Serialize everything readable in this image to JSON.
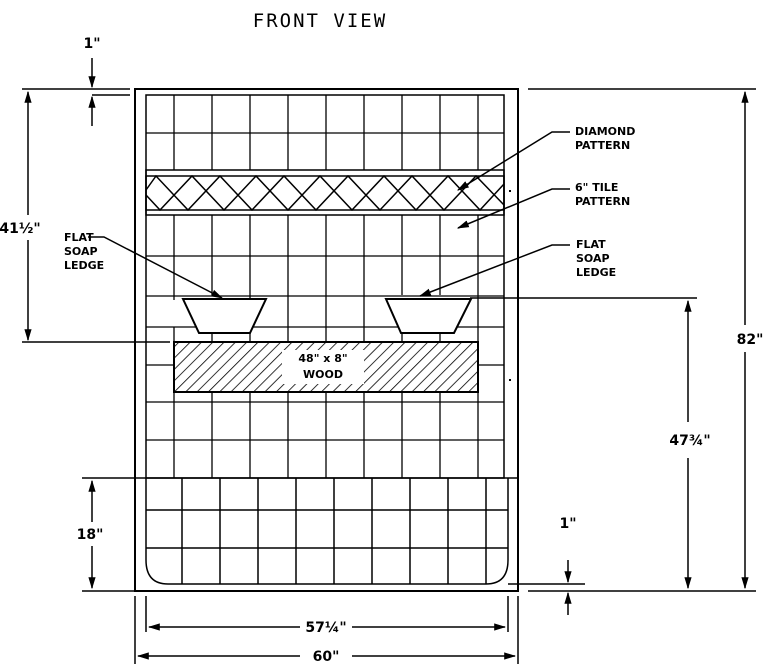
{
  "title": "FRONT VIEW",
  "labels": {
    "diamond_pattern": [
      "DIAMOND",
      "PATTERN"
    ],
    "tile_pattern": [
      "6\" TILE",
      "PATTERN"
    ],
    "flat_soap_ledge_left": [
      "FLAT",
      "SOAP",
      "LEDGE"
    ],
    "flat_soap_ledge_right": [
      "FLAT",
      "SOAP",
      "LEDGE"
    ],
    "wood_bench": [
      "48\" x 8\"",
      "WOOD"
    ]
  },
  "dimensions": {
    "top_offset": "1\"",
    "upper_height": "41½\"",
    "total_height": "82\"",
    "ledge_height": "47¾\"",
    "tub_height": "18\"",
    "bottom_offset": "1\"",
    "inner_width": "57¼\"",
    "outer_width": "60\""
  },
  "colors": {
    "line": "#000000",
    "background": "#ffffff"
  }
}
